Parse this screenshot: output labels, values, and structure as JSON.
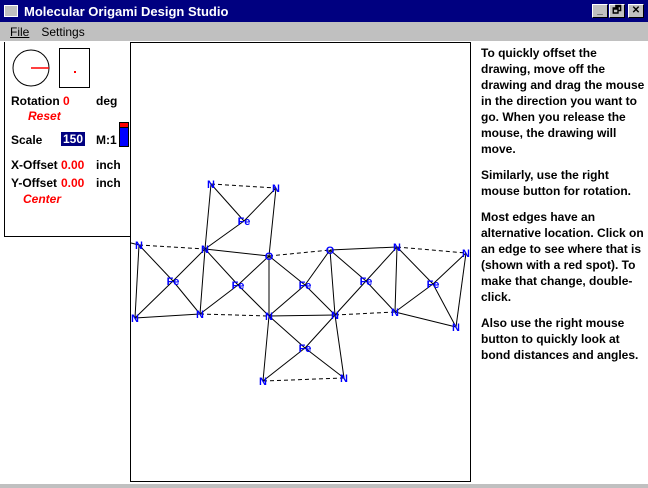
{
  "window": {
    "title": "Molecular Origami Design Studio",
    "minimize": "_",
    "restore": "🗗",
    "close": "✕"
  },
  "menu": {
    "file": "File",
    "settings": "Settings"
  },
  "controls": {
    "rotation_label": "Rotation",
    "rotation_value": "0",
    "rotation_unit": "deg",
    "reset": "Reset",
    "scale_label": "Scale",
    "scale_value": "150",
    "scale_mode": "M:1",
    "xoffset_label": "X-Offset",
    "xoffset_value": "0.00",
    "xoffset_unit": "inch",
    "yoffset_label": "Y-Offset",
    "yoffset_value": "0.00",
    "yoffset_unit": "inch",
    "center": "Center"
  },
  "help": [
    "To quickly offset the drawing, move off the drawing and drag the mouse in the direction you want to go. When you release the mouse, the drawing will move.",
    "Similarly, use the right mouse button for rotation.",
    "Most edges have an alternative location. Click on an edge to see where that is (shown with a red spot). To make that change, double-click.",
    "Also use the right mouse button to quickly look at bond distances and angles."
  ],
  "molecule": {
    "atoms": [
      "N",
      "N",
      "Fe",
      "N",
      "N",
      "O",
      "O",
      "N",
      "N",
      "Fe",
      "Fe",
      "Fe",
      "Fe",
      "Fe",
      "N",
      "N",
      "N",
      "N",
      "N",
      "N",
      "Fe",
      "N",
      "N"
    ]
  },
  "colors": {
    "atom": "#0000ff",
    "accent": "#ff0000",
    "titlebar": "#000080"
  }
}
